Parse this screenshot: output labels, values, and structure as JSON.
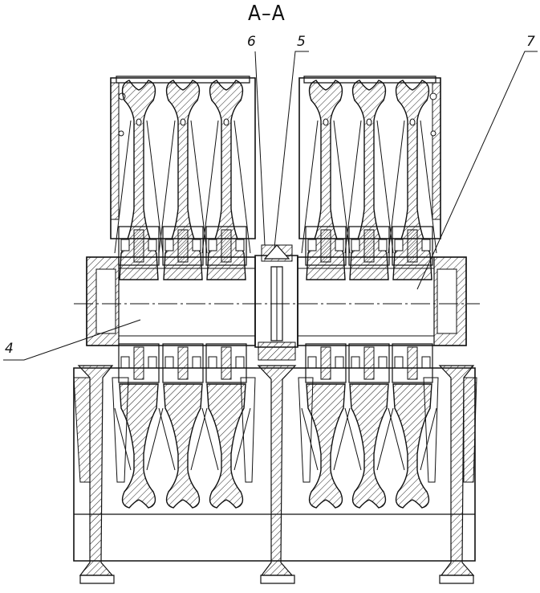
{
  "section_title": "A–A",
  "callouts": {
    "c4": "4",
    "c5": "5",
    "c6": "6",
    "c7": "7"
  },
  "colors": {
    "line": "#111111",
    "background": "#ffffff"
  }
}
